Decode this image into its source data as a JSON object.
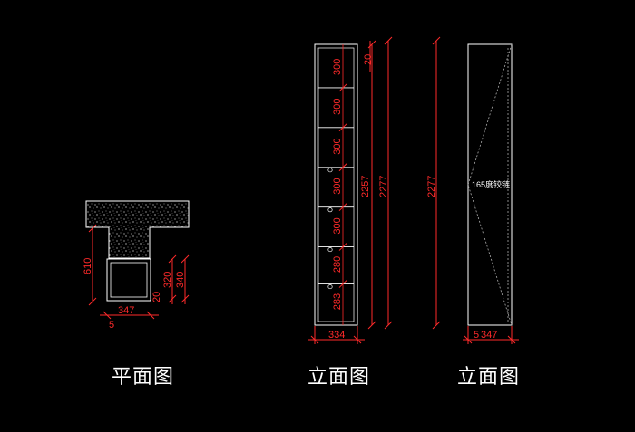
{
  "plan": {
    "caption": "平面图",
    "dims": {
      "depth": "610",
      "width": "347",
      "thick": "5",
      "inner": "320",
      "outer": "340",
      "small": "20"
    }
  },
  "elev1": {
    "caption": "立面图",
    "shelf_heights": [
      "300",
      "300",
      "300",
      "300",
      "300",
      "280",
      "283"
    ],
    "top_gap": "20",
    "inner_height": "2257",
    "total_height": "2277",
    "width": "334"
  },
  "elev2": {
    "caption": "立面图",
    "total_height": "2277",
    "hinge_note": "165度铰链",
    "thick": "5",
    "width": "347"
  },
  "colors": {
    "background": "#000000",
    "dimension": "#ff2a2a",
    "outline": "#ffffff",
    "hidden": "#aaaaaa"
  }
}
